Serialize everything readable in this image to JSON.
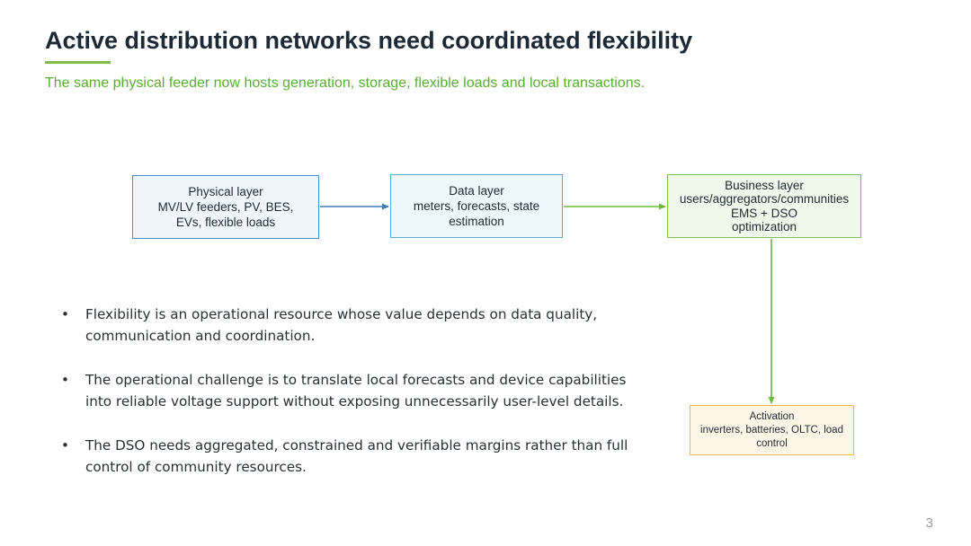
{
  "slide": {
    "title": "Active distribution networks need coordinated flexibility",
    "subtitle": "The same physical feeder now hosts generation, storage, flexible loads and local transactions.",
    "page_number": "3",
    "accent_color": "#58b033"
  },
  "diagram": {
    "physical": {
      "lines": [
        "Physical layer",
        "MV/LV feeders, PV, BES,",
        "EVs, flexible loads"
      ],
      "border_color": "#4a8cc4"
    },
    "data": {
      "lines": [
        "Data layer",
        "meters, forecasts, state",
        "estimation"
      ],
      "border_color": "#5aa9c9"
    },
    "business": {
      "lines": [
        "Business layer",
        "users/aggregators/communities",
        "EMS + DSO",
        "optimization"
      ],
      "border_color": "#7fc25a"
    },
    "activation": {
      "lines": [
        "Activation",
        "inverters, batteries, OLTC, load",
        "control"
      ],
      "border_color": "#f2b649"
    }
  },
  "bullets": [
    {
      "marker": "•",
      "lines": [
        "Flexibility is an operational resource whose value depends on data quality,",
        "communication and coordination."
      ]
    },
    {
      "marker": "•",
      "lines": [
        "The operational challenge is to translate local forecasts and device capabilities",
        "into reliable voltage support without exposing unnecessarily user-level details."
      ]
    },
    {
      "marker": "•",
      "lines": [
        "The DSO needs aggregated, constrained and verifiable margins rather than full",
        "control of community resources."
      ]
    }
  ]
}
